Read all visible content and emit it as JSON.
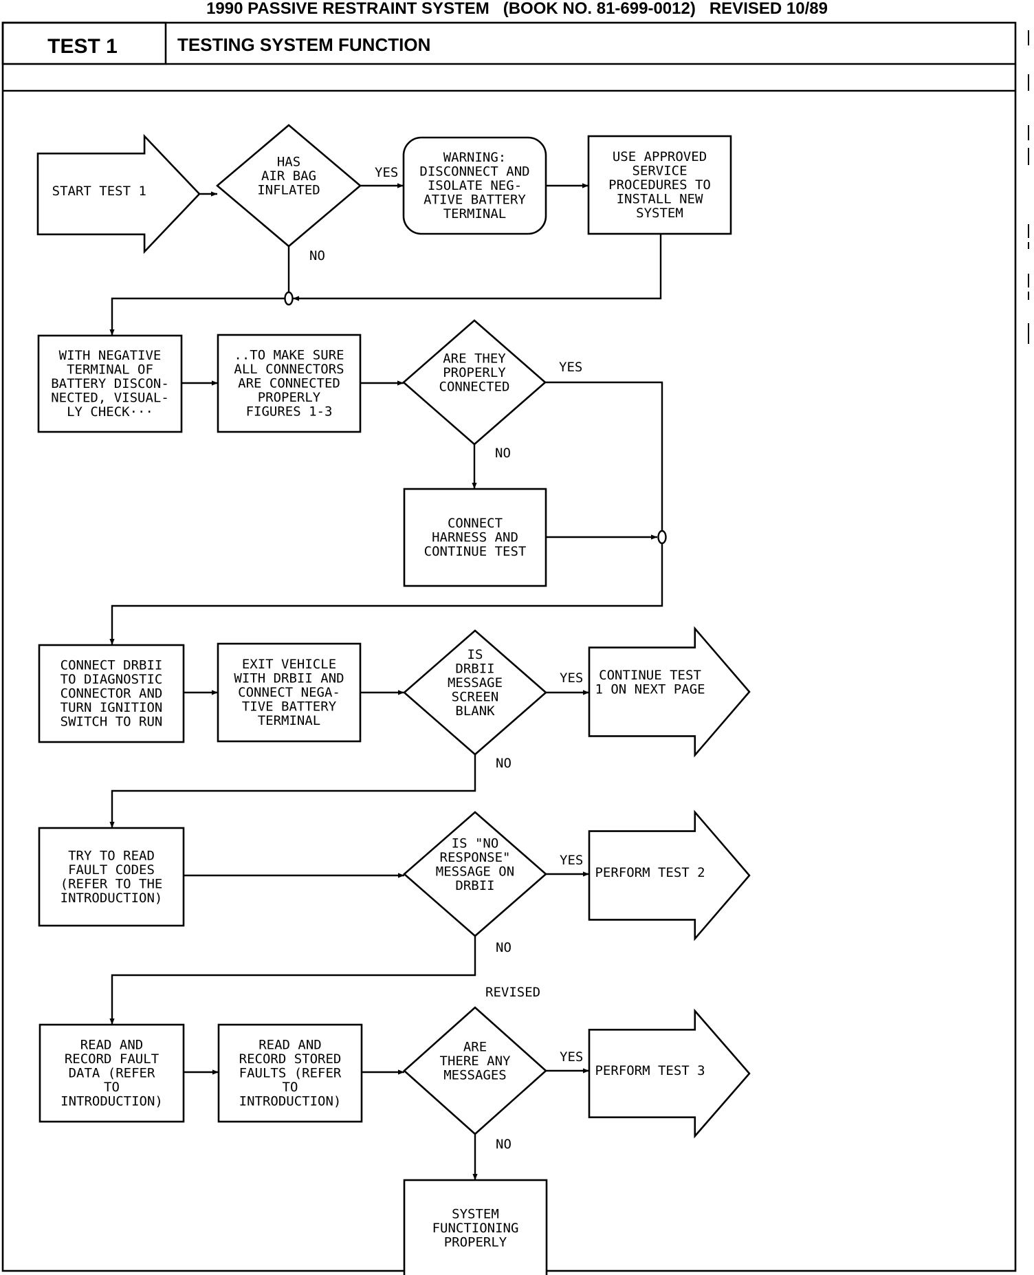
{
  "header": {
    "top_line": "1990 PASSIVE RESTRAINT SYSTEM   (BOOK NO. 81-699-0012)   REVISED 10/89",
    "test_id": "TEST 1",
    "test_title": "TESTING SYSTEM FUNCTION"
  },
  "diagram": {
    "nodes": [
      {
        "id": "start",
        "type": "arrow",
        "lines": [
          "START TEST 1"
        ]
      },
      {
        "id": "d1",
        "type": "decision",
        "lines": [
          "HAS",
          "AIR BAG",
          "INFLATED"
        ]
      },
      {
        "id": "warn",
        "type": "rounded",
        "lines": [
          "WARNING:",
          "DISCONNECT AND",
          "ISOLATE NEG-",
          "ATIVE BATTERY",
          "TERMINAL"
        ]
      },
      {
        "id": "install",
        "type": "process",
        "lines": [
          "USE APPROVED",
          "SERVICE",
          "PROCEDURES TO",
          "INSTALL NEW",
          "SYSTEM"
        ]
      },
      {
        "id": "check",
        "type": "process",
        "lines": [
          "WITH NEGATIVE",
          "TERMINAL OF",
          "BATTERY DISCON-",
          "NECTED, VISUAL-",
          "LY CHECK···"
        ]
      },
      {
        "id": "make_sure",
        "type": "process",
        "lines": [
          "..TO MAKE SURE",
          "ALL CONNECTORS",
          "ARE CONNECTED",
          "PROPERLY",
          "FIGURES 1-3"
        ]
      },
      {
        "id": "d2",
        "type": "decision",
        "lines": [
          "ARE THEY",
          "PROPERLY",
          "CONNECTED"
        ]
      },
      {
        "id": "harness",
        "type": "process",
        "lines": [
          "CONNECT",
          "HARNESS AND",
          "CONTINUE TEST"
        ]
      },
      {
        "id": "drbii",
        "type": "process",
        "lines": [
          "CONNECT DRBII",
          "TO DIAGNOSTIC",
          "CONNECTOR AND",
          "TURN IGNITION",
          "SWITCH TO RUN"
        ]
      },
      {
        "id": "exit",
        "type": "process",
        "lines": [
          "EXIT VEHICLE",
          "WITH DRBII AND",
          "CONNECT NEGA-",
          "TIVE BATTERY",
          "TERMINAL"
        ]
      },
      {
        "id": "d3",
        "type": "decision",
        "lines": [
          "IS",
          "DRBII",
          "MESSAGE",
          "SCREEN",
          "BLANK"
        ]
      },
      {
        "id": "cont",
        "type": "arrow",
        "lines": [
          "CONTINUE TEST",
          "1 ON NEXT PAGE"
        ]
      },
      {
        "id": "try",
        "type": "process",
        "lines": [
          "TRY TO READ",
          "FAULT CODES",
          "(REFER TO THE",
          "INTRODUCTION)"
        ]
      },
      {
        "id": "d4",
        "type": "decision",
        "lines": [
          "IS \"NO",
          "RESPONSE\"",
          "MESSAGE ON",
          "DRBII"
        ]
      },
      {
        "id": "test2",
        "type": "arrow",
        "lines": [
          "PERFORM TEST 2"
        ]
      },
      {
        "id": "record",
        "type": "process",
        "lines": [
          "READ AND",
          "RECORD FAULT",
          "DATA (REFER",
          "TO",
          "INTRODUCTION)"
        ]
      },
      {
        "id": "stored",
        "type": "process",
        "lines": [
          "READ AND",
          "RECORD STORED",
          "FAULTS (REFER",
          "TO",
          "INTRODUCTION)"
        ]
      },
      {
        "id": "d5",
        "type": "decision",
        "lines": [
          "ARE",
          "THERE ANY",
          "MESSAGES"
        ]
      },
      {
        "id": "test3",
        "type": "arrow",
        "lines": [
          "PERFORM TEST 3"
        ]
      },
      {
        "id": "ok",
        "type": "process",
        "lines": [
          "SYSTEM",
          "FUNCTIONING",
          "PROPERLY"
        ]
      }
    ],
    "edges": [
      {
        "from": "start",
        "to": "d1",
        "label": ""
      },
      {
        "from": "d1",
        "to": "warn",
        "label": "YES"
      },
      {
        "from": "d1",
        "to": "check",
        "label": "NO"
      },
      {
        "from": "warn",
        "to": "install",
        "label": ""
      },
      {
        "from": "install",
        "to": "check",
        "label": ""
      },
      {
        "from": "check",
        "to": "make_sure",
        "label": ""
      },
      {
        "from": "make_sure",
        "to": "d2",
        "label": ""
      },
      {
        "from": "d2",
        "to": "drbii",
        "label": "YES"
      },
      {
        "from": "d2",
        "to": "harness",
        "label": "NO"
      },
      {
        "from": "harness",
        "to": "drbii",
        "label": ""
      },
      {
        "from": "drbii",
        "to": "exit",
        "label": ""
      },
      {
        "from": "exit",
        "to": "d3",
        "label": ""
      },
      {
        "from": "d3",
        "to": "cont",
        "label": "YES"
      },
      {
        "from": "d3",
        "to": "try",
        "label": "NO"
      },
      {
        "from": "try",
        "to": "d4",
        "label": ""
      },
      {
        "from": "d4",
        "to": "test2",
        "label": "YES"
      },
      {
        "from": "d4",
        "to": "record",
        "label": "NO"
      },
      {
        "from": "record",
        "to": "stored",
        "label": ""
      },
      {
        "from": "stored",
        "to": "d5",
        "label": ""
      },
      {
        "from": "d5",
        "to": "test3",
        "label": "YES"
      },
      {
        "from": "d5",
        "to": "ok",
        "label": "NO"
      }
    ],
    "annotation": "REVISED"
  }
}
